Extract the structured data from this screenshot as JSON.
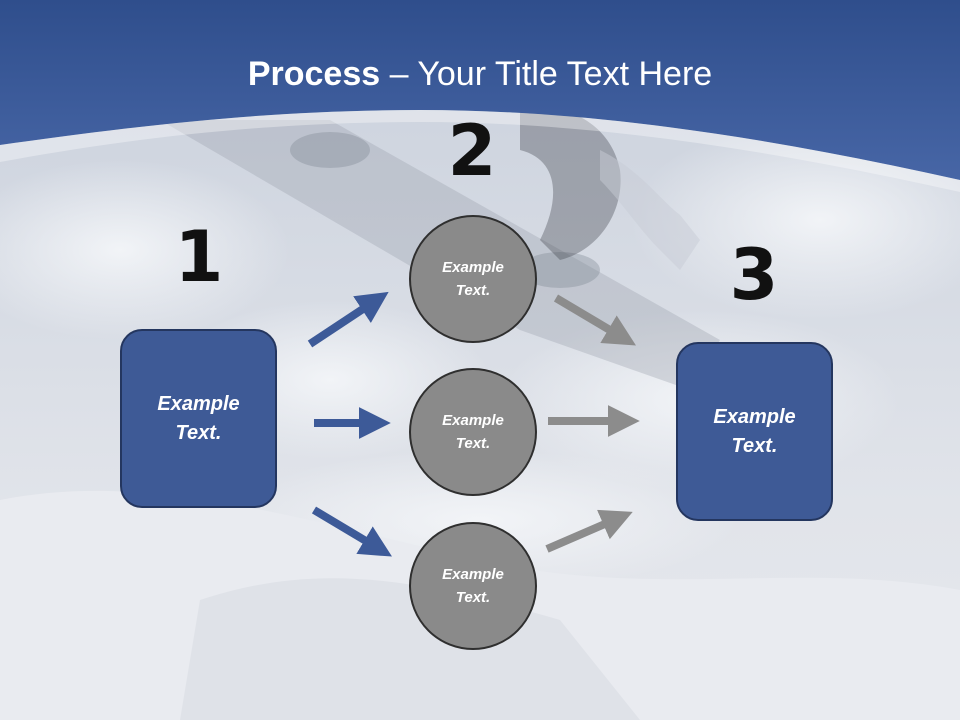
{
  "title": {
    "bold": "Process",
    "rest": " – Your Title Text Here"
  },
  "steps": [
    {
      "number": "1",
      "box_line1": "Example",
      "box_line2": "Text."
    },
    {
      "number": "2"
    },
    {
      "number": "3",
      "box_line1": "Example",
      "box_line2": "Text."
    }
  ],
  "circles": [
    {
      "line1": "Example",
      "line2": "Text."
    },
    {
      "line1": "Example",
      "line2": "Text."
    },
    {
      "line1": "Example",
      "line2": "Text."
    }
  ],
  "colors": {
    "header_blue": "#3b5a9a",
    "box_blue": "#3e5a96",
    "circle_gray": "#8a8a8a",
    "arrow_blue": "#3d5a98",
    "arrow_gray": "#8c8c8c"
  }
}
